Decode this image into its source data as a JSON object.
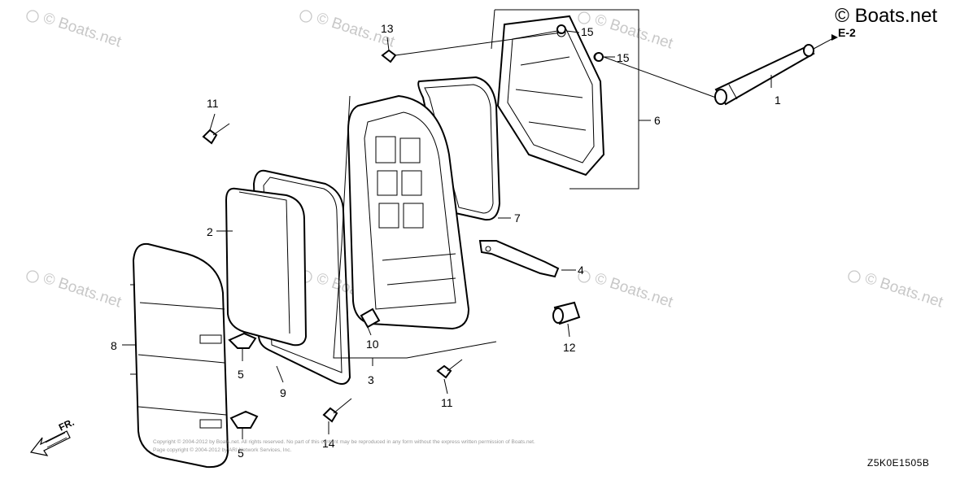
{
  "brand": "© Boats.net",
  "watermark": "© Boats.net",
  "reference_code": "Z5K0E1505B",
  "section_ref": "E-2",
  "front_label": "FR.",
  "copyright_lines": [
    "Copyright © 2004-2012 by Boats.net. All rights reserved. No part of this content may be reproduced in any form without the express written permission of Boats.net.",
    "Page copyright © 2004-2012 by ARI Network Services, Inc."
  ],
  "callouts": {
    "c1": "1",
    "c2": "2",
    "c3": "3",
    "c4": "4",
    "c5a": "5",
    "c5b": "5",
    "c6": "6",
    "c7": "7",
    "c8": "8",
    "c9": "9",
    "c10": "10",
    "c11a": "11",
    "c11b": "11",
    "c12": "12",
    "c13": "13",
    "c14": "14",
    "c15a": "15",
    "c15b": "15"
  }
}
